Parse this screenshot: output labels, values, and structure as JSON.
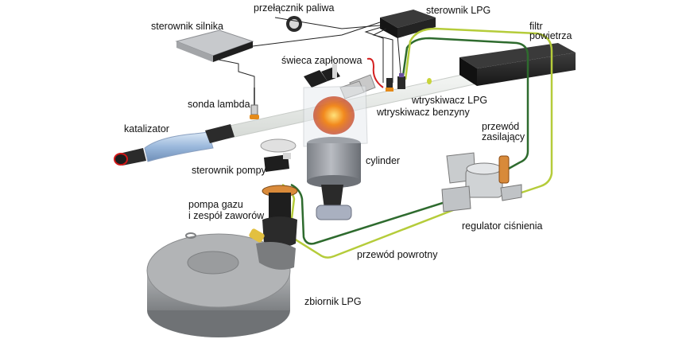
{
  "diagram": {
    "title": "LPG sequential injection system",
    "colors": {
      "supply_line": "#2e6b2e",
      "return_line": "#b5cc3a",
      "wire": "#222222",
      "spark_wire": "#d42020",
      "component_dark": "#2a2a2a",
      "component_grey": "#9a9ea3",
      "flame": "#f07820"
    },
    "labels": {
      "fuel_switch": "przełącznik paliwa",
      "lpg_ecu": "sterownik LPG",
      "engine_ecu": "sterownik silnika",
      "air_filter_1": "filtr",
      "air_filter_2": "powietrza",
      "spark_plug": "świeca zapłonowa",
      "lambda_sensor": "sonda lambda",
      "lpg_injector": "wtryskiwacz LPG",
      "petrol_injector": "wtryskiwacz benzyny",
      "catalyst": "katalizator",
      "supply_line_1": "przewód",
      "supply_line_2": "zasilający",
      "pump_controller": "sterownik pompy",
      "cylinder": "cylinder",
      "gas_pump_1": "pompa gazu",
      "gas_pump_2": "i zespół zaworów",
      "pressure_regulator": "regulator ciśnienia",
      "return_line": "przewód powrotny",
      "lpg_tank": "zbiornik LPG"
    }
  }
}
